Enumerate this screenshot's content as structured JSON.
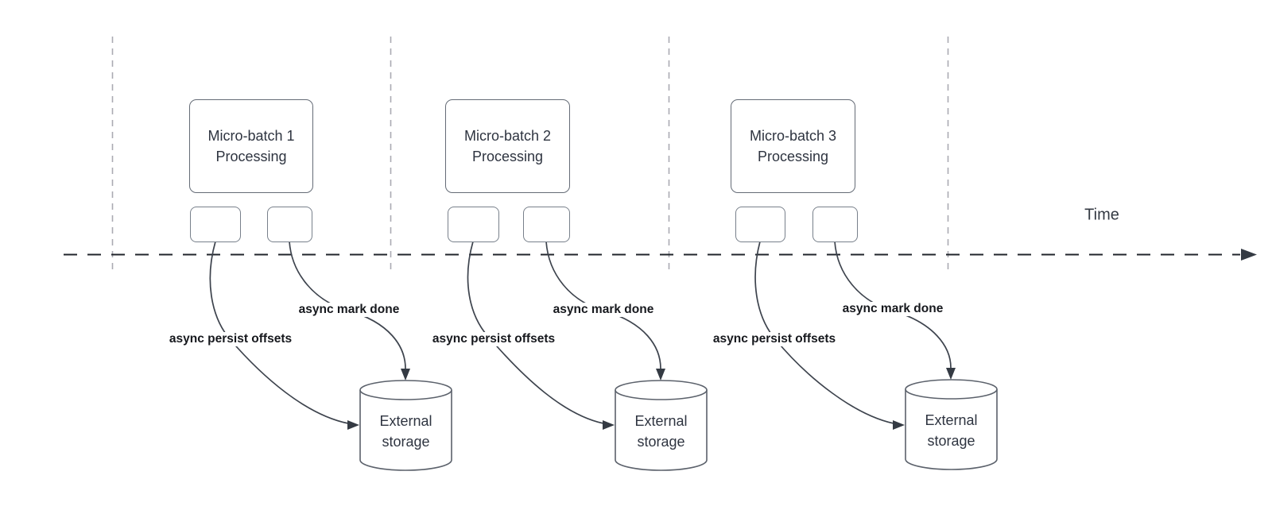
{
  "diagram": {
    "title_hint": "Micro-batch processing timeline with async persistence to external storage",
    "time_axis": {
      "label": "Time"
    },
    "colors": {
      "background": "#ffffff",
      "shape_border": "#646b76",
      "connector_stroke": "#3d434d",
      "arrow_fill": "#343a43",
      "guide_line": "#aaaab2",
      "axis_line": "#20242b",
      "shape_text": "#2e3440",
      "connector_label_text": "#16181d"
    },
    "groups": [
      {
        "batch_line1": "Micro-batch 1",
        "batch_line2": "Processing",
        "persist_label": "async persist offsets",
        "markdone_label": "async mark done",
        "storage_line1": "External",
        "storage_line2": "storage"
      },
      {
        "batch_line1": "Micro-batch 2",
        "batch_line2": "Processing",
        "persist_label": "async persist offsets",
        "markdone_label": "async mark done",
        "storage_line1": "External",
        "storage_line2": "storage"
      },
      {
        "batch_line1": "Micro-batch 3",
        "batch_line2": "Processing",
        "persist_label": "async persist offsets",
        "markdone_label": "async mark done",
        "storage_line1": "External",
        "storage_line2": "storage"
      }
    ]
  }
}
